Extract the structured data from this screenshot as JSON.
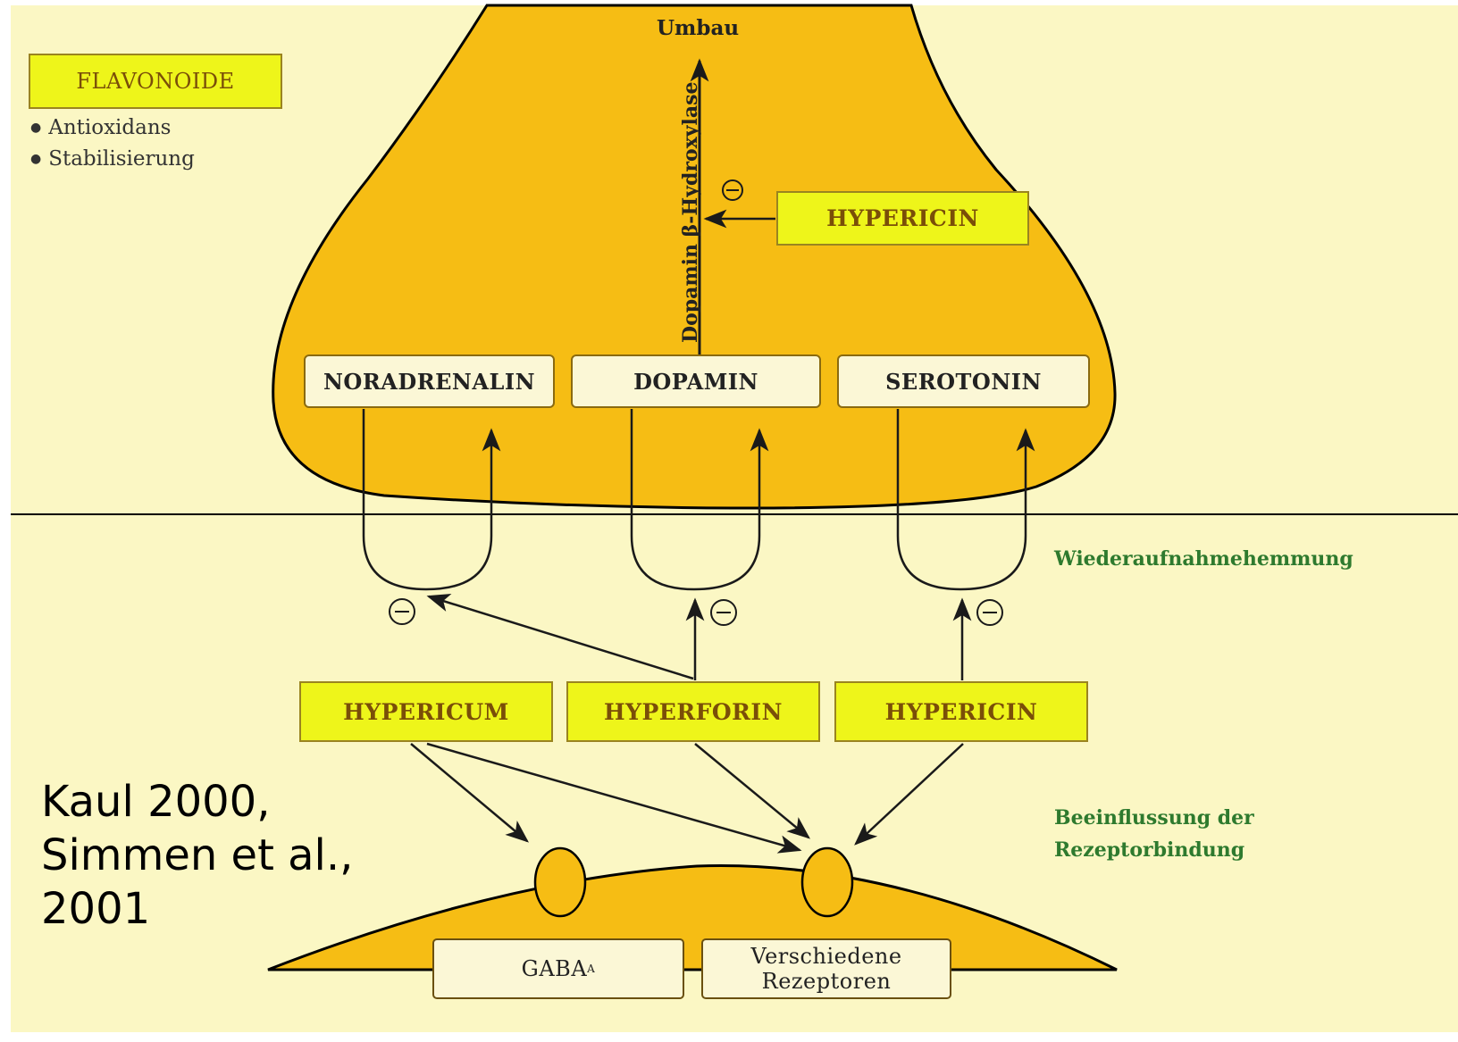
{
  "presynapse": {
    "umbau": "Umbau",
    "enzyme": "Dopamin β-Hydroxylase",
    "inhibitor": "HYPERICIN",
    "neurotransmitters": [
      "NORADRENALIN",
      "DOPAMIN",
      "SEROTONIN"
    ]
  },
  "flavonoide": {
    "title": "FLAVONOIDE",
    "items": [
      "Antioxidans",
      "Stabilisierung"
    ]
  },
  "labels": {
    "reuptake": "Wiederaufnahmehemmung",
    "receptor_binding": [
      "Beeinflussung der",
      "Rezeptorbindung"
    ]
  },
  "compounds": [
    "HYPERICUM",
    "HYPERFORIN",
    "HYPERICIN"
  ],
  "postsynapse": {
    "gaba": "GABA",
    "gaba_sub": "A",
    "receptors": [
      "Verschiedene",
      "Rezeptoren"
    ]
  },
  "inhibition_symbol": "−",
  "citation": [
    "Kaul 2000,",
    "Simmen et al.,",
    "2001"
  ],
  "colors": {
    "terminal_fill": "#f6bd14",
    "background": "#fbf7c4",
    "compound_box": "#eef51a",
    "label_green": "#2e7a2e"
  }
}
